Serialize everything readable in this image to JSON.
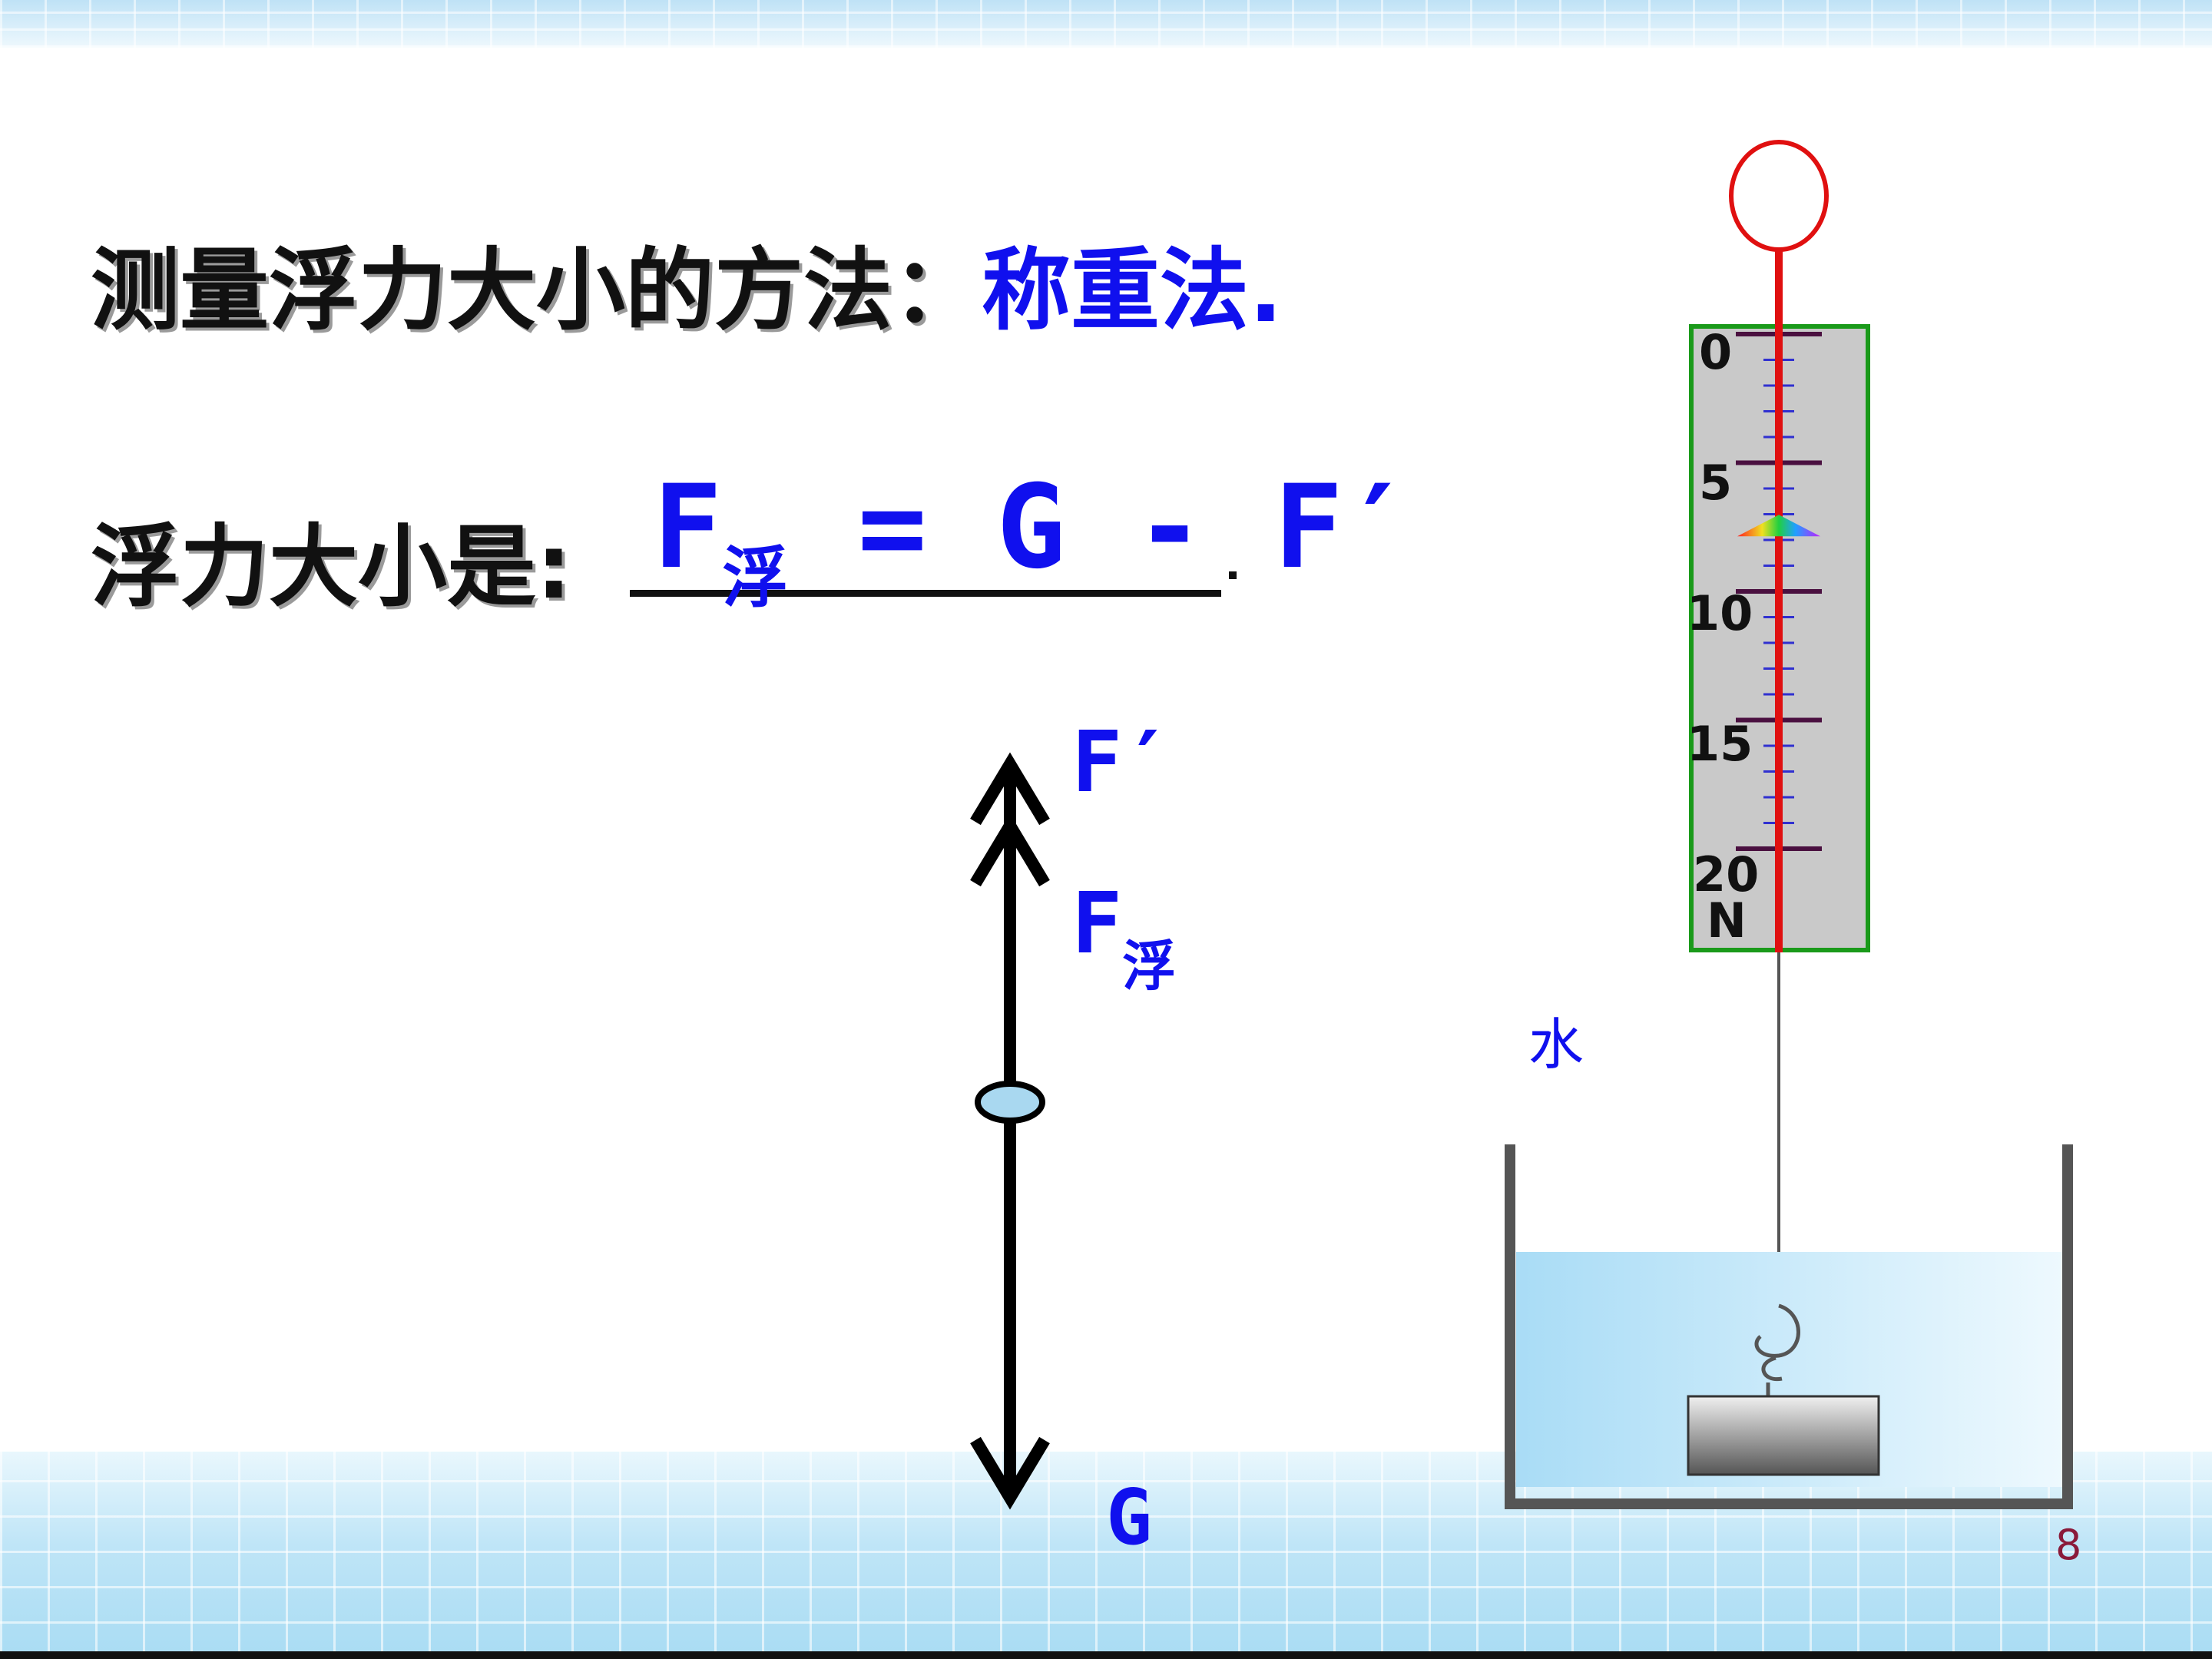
{
  "slide": {
    "line1_label": "测量浮力大小的方法：",
    "line1_answer": "称重法.",
    "line2_label": "浮力大小是:",
    "formula": {
      "f": "F",
      "f_sub": "浮",
      "rest": " = G - F′"
    },
    "trailing_period": ".",
    "page_number": "8"
  },
  "force_diagram": {
    "label_f_prime": "F′",
    "label_f_buoyant": "F",
    "label_f_buoyant_sub": "浮",
    "label_g": "G"
  },
  "spring_scale": {
    "ticks": [
      "0",
      "5",
      "10",
      "15",
      "20"
    ],
    "unit": "N",
    "pointer_reading": 7.5,
    "water_label": "水"
  },
  "colors": {
    "answer_blue": "#1010ee",
    "scale_red": "#e01010",
    "scale_frame_green": "#1a9a1a",
    "water_blue": "#bfe6f8"
  }
}
